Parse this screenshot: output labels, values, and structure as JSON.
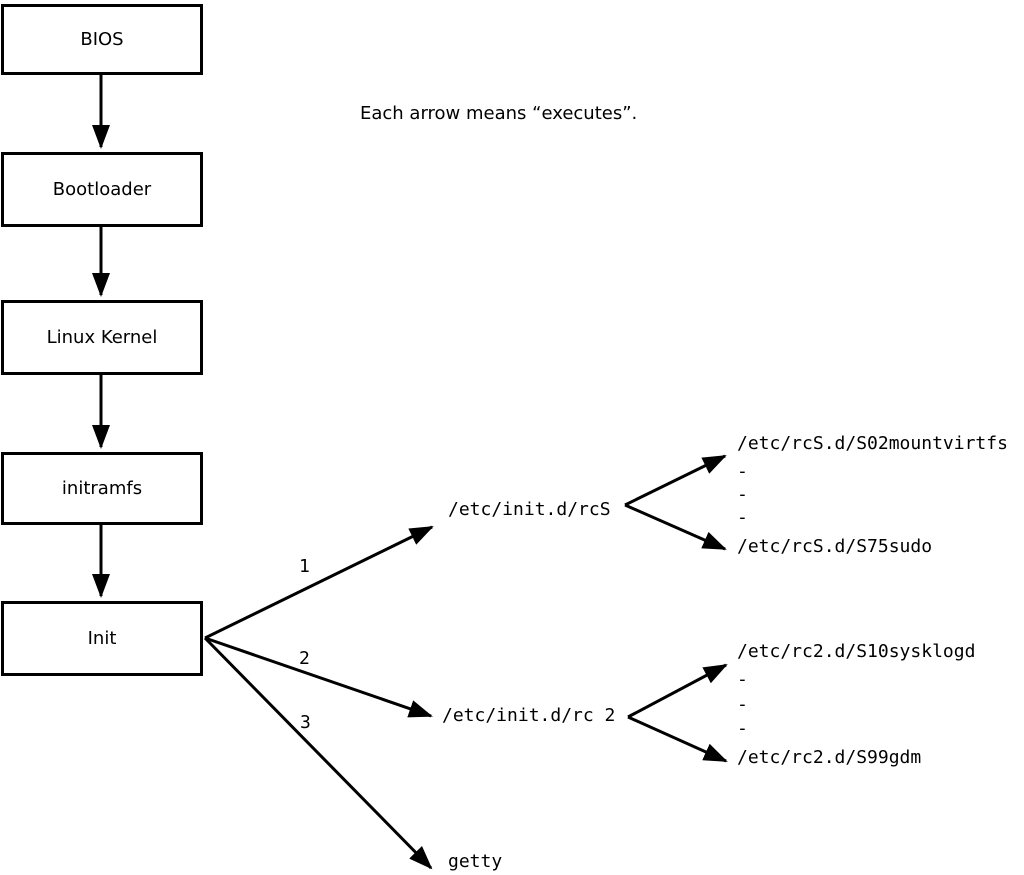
{
  "note": "Each arrow means “executes”.",
  "boxes": [
    {
      "label": "BIOS"
    },
    {
      "label": "Bootloader"
    },
    {
      "label": "Linux Kernel"
    },
    {
      "label": "initramfs"
    },
    {
      "label": "Init"
    }
  ],
  "branches": [
    {
      "number": "1",
      "target": "/etc/init.d/rcS"
    },
    {
      "number": "2",
      "target": "/etc/init.d/rc 2"
    },
    {
      "number": "3",
      "target": "getty"
    }
  ],
  "rcS_list": {
    "first": "/etc/rcS.d/S02mountvirtfs",
    "dashes": [
      "-",
      "-",
      "-"
    ],
    "last": "/etc/rcS.d/S75sudo"
  },
  "rc2_list": {
    "first": "/etc/rc2.d/S10sysklogd",
    "dashes": [
      "-",
      "-",
      "-"
    ],
    "last": "/etc/rc2.d/S99gdm"
  },
  "colors": {
    "line": "#000000",
    "background": "#ffffff"
  }
}
